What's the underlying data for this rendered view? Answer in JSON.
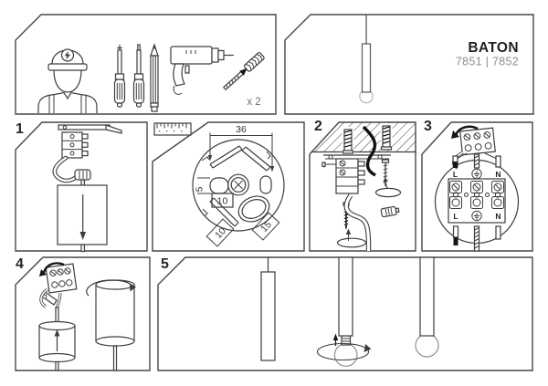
{
  "product": {
    "name": "BATON",
    "models": "7851 | 7852"
  },
  "tools_panel": {
    "anchor_quantity_label": "x 2",
    "icons": [
      "electrician",
      "phillips-screwdriver",
      "flat-screwdriver",
      "pencil",
      "drill",
      "wall-plug-with-screw"
    ]
  },
  "step_labels": [
    "1",
    "2",
    "3",
    "4",
    "5"
  ],
  "mounting_plate_dimensions": {
    "hole_spacing": "36",
    "hole_offset": "5",
    "hole_width": "10",
    "slot_left_length": "10",
    "slot_right_length": "15"
  },
  "wiring_labels": {
    "live": "L",
    "neutral": "N"
  },
  "colors": {
    "line": "#3d3d3d",
    "border": "#474747",
    "muted_text": "#8d8d8d",
    "black_wire": "#161616"
  }
}
